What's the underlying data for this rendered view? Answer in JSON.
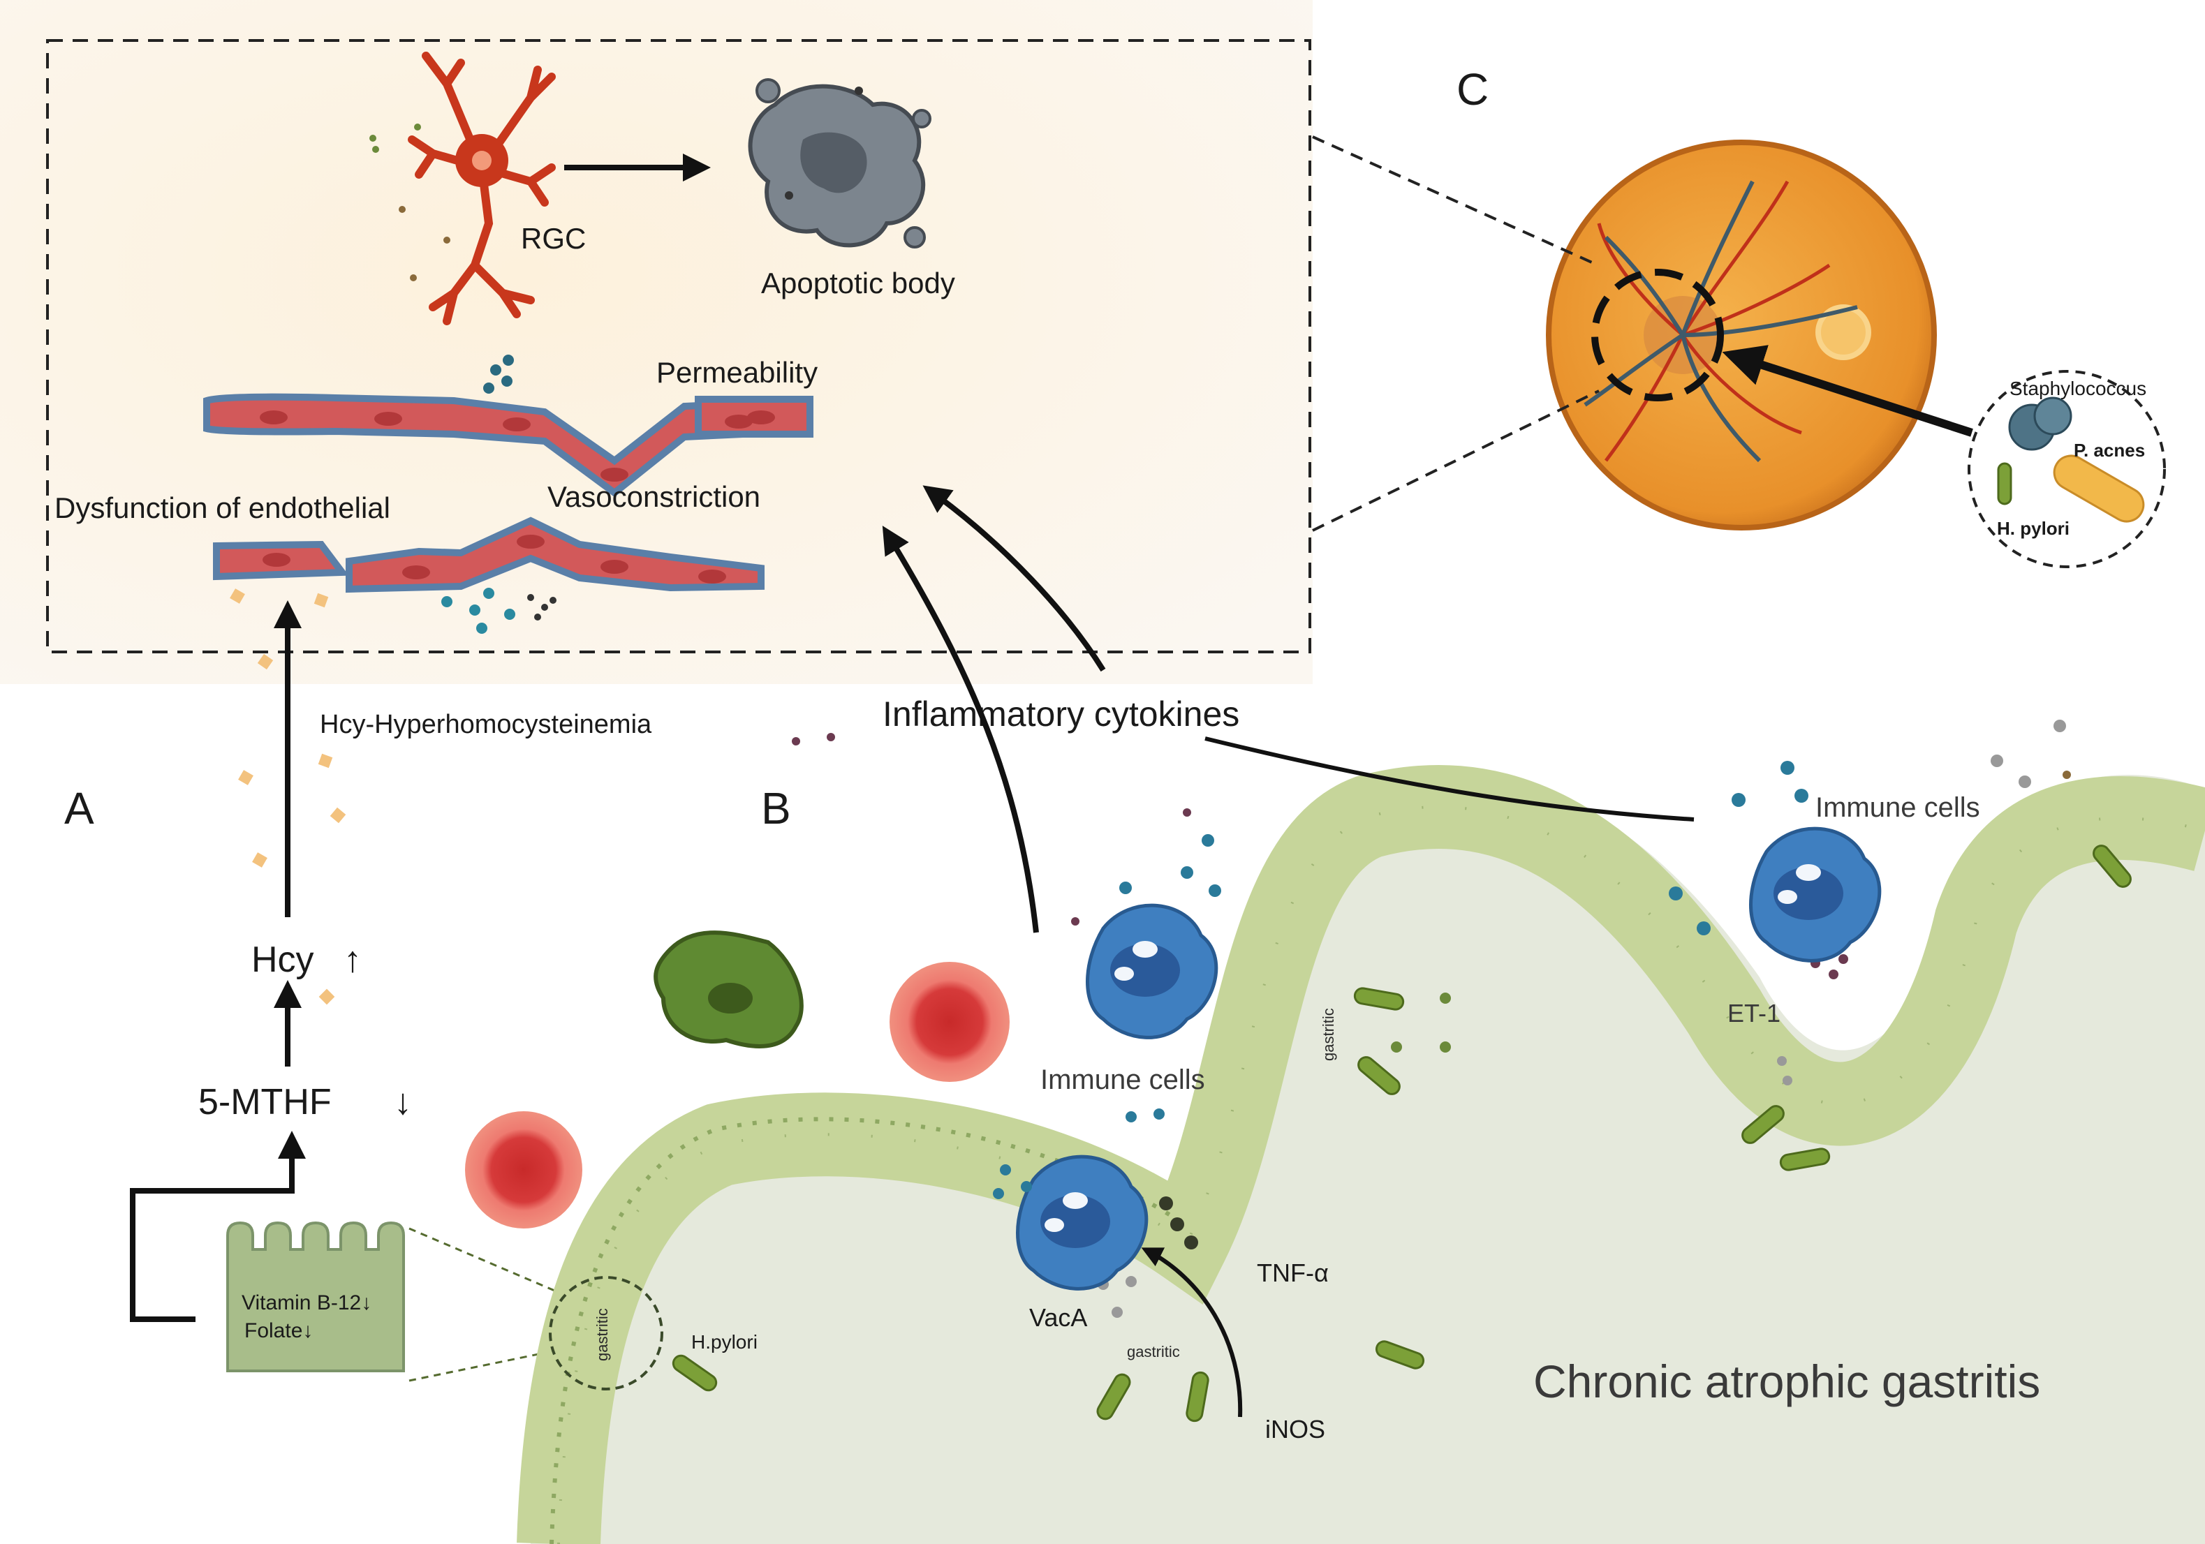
{
  "panels": {
    "a": "A",
    "b": "B",
    "c": "C"
  },
  "top_box": {
    "rgc": "RGC",
    "apoptotic_body": "Apoptotic body",
    "permeability": "Permeability",
    "vasoconstriction": "Vasoconstriction",
    "dysfunction": "Dysfunction of endothelial"
  },
  "pathway_a": {
    "hyperhomocysteinemia": "Hcy-Hyperhomocysteinemia",
    "hcy": "Hcy",
    "hcy_arrow": "↑",
    "mthf": "5-MTHF",
    "mthf_arrow": "↓",
    "vitamin_b12": "Vitamin B-12↓",
    "folate": "Folate↓"
  },
  "pathway_b": {
    "inflammatory_cytokines": "Inflammatory cytokines",
    "immune_cells_right": "Immune cells",
    "immune_cells_center": "Immune cells",
    "et1": "ET-1",
    "tnf_alpha": "TNF-α",
    "vaca": "VacA",
    "inos": "iNOS",
    "hpylori": "H.pylori",
    "gastritic": "gastritic",
    "chronic_atrophic_gastritis": "Chronic atrophic gastritis"
  },
  "pathway_c": {
    "staphylococcus": "Staphylococcus",
    "p_acnes": "P. acnes",
    "h_pylori": "H. pylori"
  },
  "colors": {
    "box_bg": "#fdf2e2",
    "vessel_red": "#d2595a",
    "vessel_blue": "#5a7fa8",
    "neuron_red": "#c8371c",
    "retina_orange": "#f0a030",
    "mucosa_green": "#c6d59a",
    "tissue_gray": "#e4e8dc",
    "immune_blue": "#3f7fc0",
    "rbc_red": "#e04848"
  }
}
